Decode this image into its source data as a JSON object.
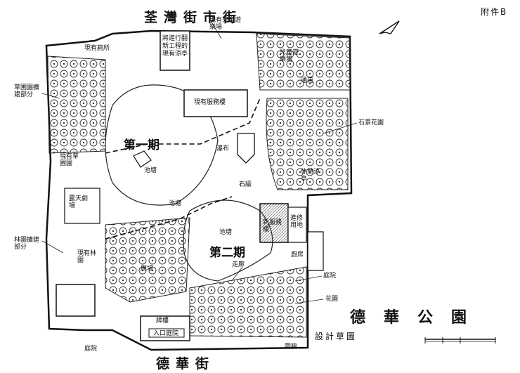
{
  "annex": "附件B",
  "streets": {
    "top": "荃灣街市街",
    "bottom": "德華街"
  },
  "title": {
    "main": "德華公園",
    "sub": "設計草圖"
  },
  "phases": {
    "one": "第一期",
    "two": "第二期"
  },
  "labels": {
    "existing_toilet": "現有廁所",
    "lawn_extension": "草圃園擴建部分",
    "rebuild_sitting": "將進行翻新工程的現有涼亭",
    "existing_playground": "現有兒童遊樂場",
    "existing_service": "現有服務樓",
    "kids_play": "兒童遊樂場",
    "path": "通道",
    "rock_garden": "石景花園",
    "waterfall": "瀑布",
    "pond": "池塘",
    "rest_pavilion": "休憩涼亭",
    "stepping": "石級",
    "existing_lawn": "現有草圃園",
    "open_air": "露天劇場",
    "pond2": "池塘",
    "new_service": "新服務樓",
    "reserved": "進修用地",
    "forest_extension": "林園擴建部分",
    "existing_forest": "現有林園",
    "plaza": "廣場",
    "corridor": "走廊",
    "courtyard": "庭院",
    "flower_garden": "花園",
    "gate_house": "入口庭院",
    "paifang": "牌樓",
    "garden_court": "庭院",
    "fence": "圍牆",
    "kitchen": "廚房"
  }
}
